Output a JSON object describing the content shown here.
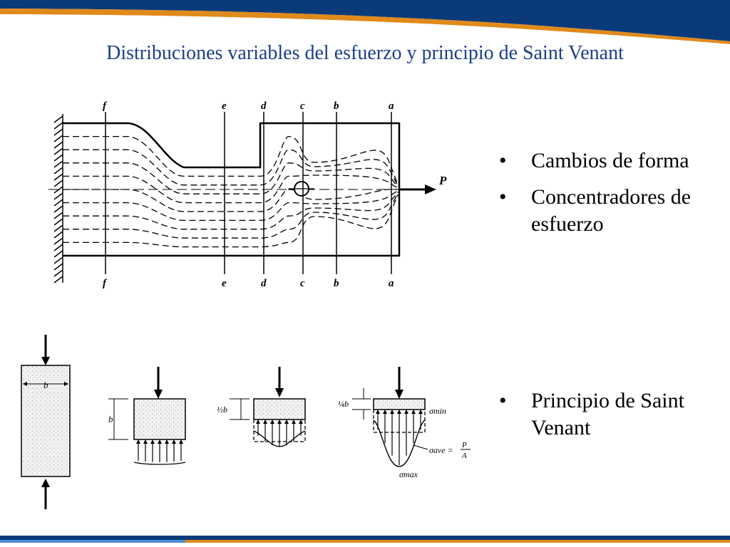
{
  "slide": {
    "title": "Distribuciones variables del esfuerzo y principio de Saint Venant",
    "colors": {
      "title": "#1b3e8a",
      "band_dark": "#0a3a7a",
      "band_orange": "#e08a1c"
    }
  },
  "bullets": [
    {
      "marker": "•",
      "text": "Cambios de forma"
    },
    {
      "marker": "•",
      "text": "Concentradores de esfuerzo"
    },
    {
      "marker": "•",
      "text": "Principio de Saint Venant"
    }
  ],
  "figure_top": {
    "section_labels": [
      "f",
      "e",
      "d",
      "c",
      "b",
      "a"
    ],
    "load_label": "P"
  },
  "figure_bottom": {
    "width_label": "b",
    "depth_labels": [
      "b",
      "½b",
      "¼b"
    ],
    "sigma_min": "σmin",
    "sigma_ave": "σave =",
    "sigma_ave_num": "P",
    "sigma_ave_den": "A",
    "sigma_max": "σmax"
  }
}
